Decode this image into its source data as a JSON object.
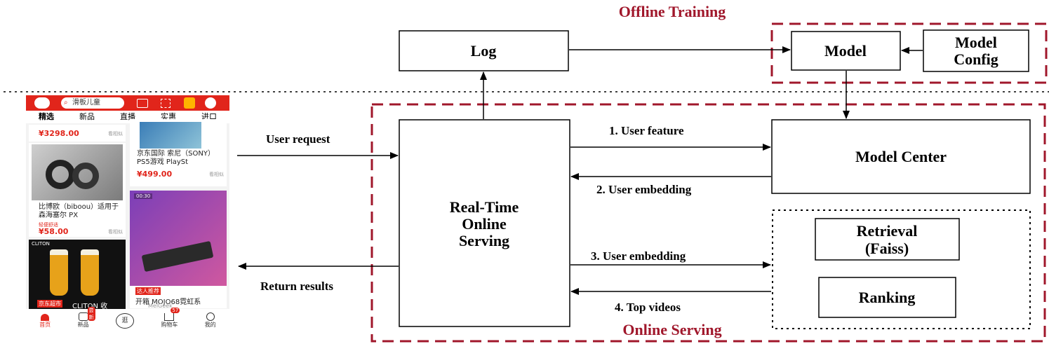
{
  "regions": {
    "offline_training": "Offline Training",
    "online_serving": "Online Serving"
  },
  "nodes": {
    "log": "Log",
    "model": "Model",
    "model_config": [
      "Model",
      "Config"
    ],
    "model_center": "Model Center",
    "realtime": [
      "Real-Time",
      "Online",
      "Serving"
    ],
    "retrieval": [
      "Retrieval",
      "(Faiss)"
    ],
    "ranking": "Ranking"
  },
  "edges": {
    "user_request": "User request",
    "return_results": "Return results",
    "user_feature": "1. User feature",
    "user_embedding_2": "2. User embedding",
    "user_embedding_3": "3. User embedding",
    "top_videos": "4. Top videos"
  },
  "colors": {
    "region_border": "#a0172b",
    "region_text": "#a0172b",
    "app_red": "#e1251b"
  },
  "phone": {
    "search_text": "滑板儿童",
    "tabs": [
      "精选",
      "新品",
      "直播",
      "实惠",
      "进口"
    ],
    "cards": {
      "c1_price": "¥3298.00",
      "c1_similar": "看相似",
      "c2_title": "京东国际 索尼（SONY）PS5游戏 PlaySt",
      "c2_price": "¥499.00",
      "c2_similar": "看相似",
      "c3_title": "比博欧（biboou）适用于森海塞尔 PX",
      "c3_tag": "轻便舒适",
      "c3_price": "¥58.00",
      "c3_similar": "看相似",
      "c4_video_time": "00:30",
      "c4_tag": "达人推荐",
      "c4_title": "开箱 MOJO68霓虹系",
      "c4_shop": "MelGeek",
      "c5_brand": "CLITON",
      "c5_tag": "京东超市",
      "c5_title": "CLITON 收"
    },
    "nav": [
      "首页",
      "新品",
      "逛",
      "购物车",
      "我的"
    ],
    "nav_badges": {
      "new": "尝新",
      "cart": "57"
    }
  }
}
